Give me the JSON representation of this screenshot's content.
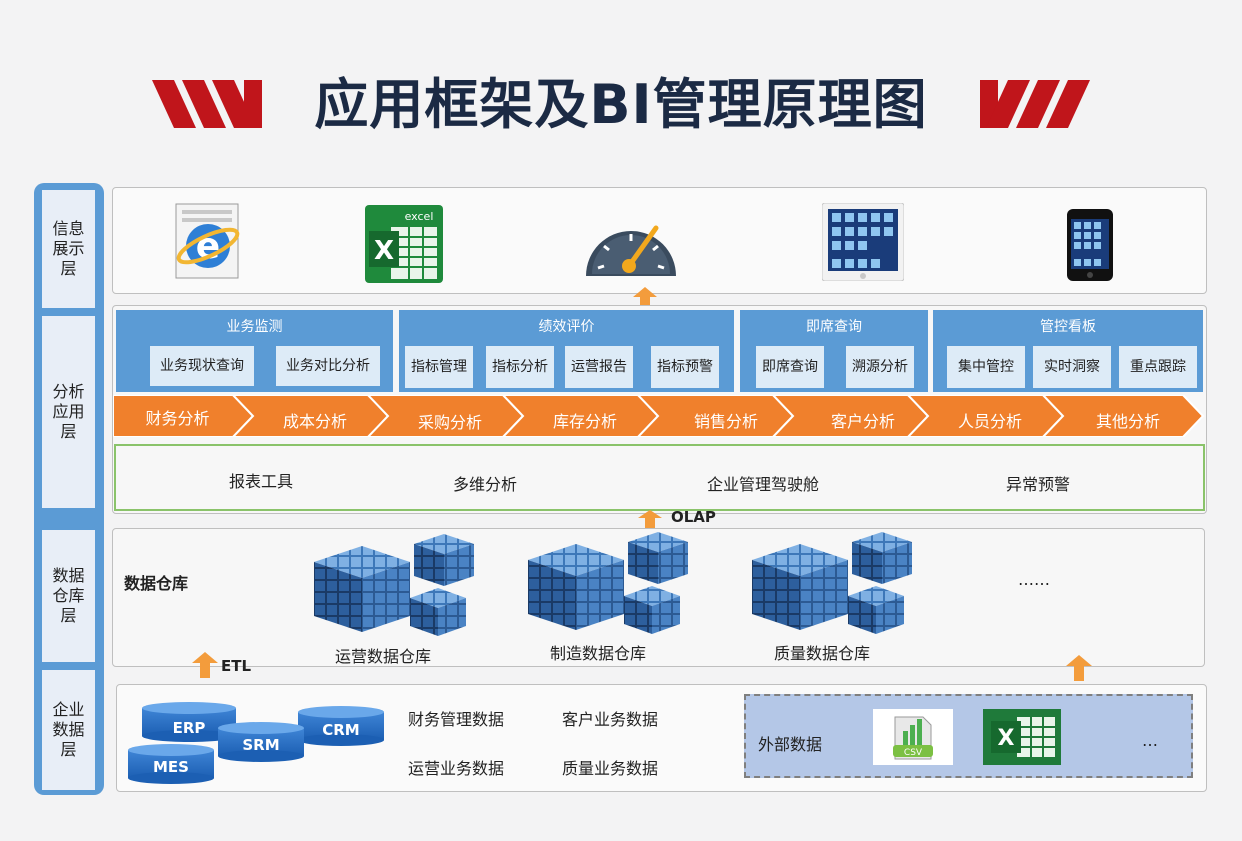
{
  "title": "应用框架及BI管理原理图",
  "colors": {
    "accent_red": "#c0151b",
    "blue": "#5b9bd5",
    "orange": "#f39c3c",
    "navy": "#1b2a44"
  },
  "layers": [
    {
      "label": "信息展示层"
    },
    {
      "label": "分析应用层"
    },
    {
      "label": "数据仓库层"
    },
    {
      "label": "企业数据层"
    }
  ],
  "display_icons": [
    "ie-icon",
    "excel-icon",
    "dashboard-gauge-icon",
    "ipad-icon",
    "iphone-icon"
  ],
  "display": {
    "excel_text": "excel"
  },
  "modules": [
    {
      "title": "业务监测",
      "items": [
        "业务现状查询",
        "业务对比分析"
      ]
    },
    {
      "title": "绩效评价",
      "items": [
        "指标管理",
        "指标分析",
        "运营报告",
        "指标预警"
      ]
    },
    {
      "title": "即席查询",
      "items": [
        "即席查询",
        "溯源分析"
      ]
    },
    {
      "title": "管控看板",
      "items": [
        "集中管控",
        "实时洞察",
        "重点跟踪"
      ]
    }
  ],
  "chevrons": [
    "财务分析",
    "成本分析",
    "采购分析",
    "库存分析",
    "销售分析",
    "客户分析",
    "人员分析",
    "其他分析"
  ],
  "tools": [
    "报表工具",
    "多维分析",
    "企业管理驾驶舱",
    "异常预警"
  ],
  "olap": "OLAP",
  "etl": "ETL",
  "warehouse": {
    "label": "数据仓库",
    "items": [
      "运营数据仓库",
      "制造数据仓库",
      "质量数据仓库"
    ],
    "more": "……"
  },
  "enterprise": {
    "databases": [
      "ERP",
      "CRM",
      "SRM",
      "MES"
    ],
    "data_items": [
      "财务管理数据",
      "客户业务数据",
      "运营业务数据",
      "质量业务数据"
    ],
    "external_label": "外部数据",
    "csv_text": "CSV",
    "excel_letter": "X",
    "more": "…"
  }
}
